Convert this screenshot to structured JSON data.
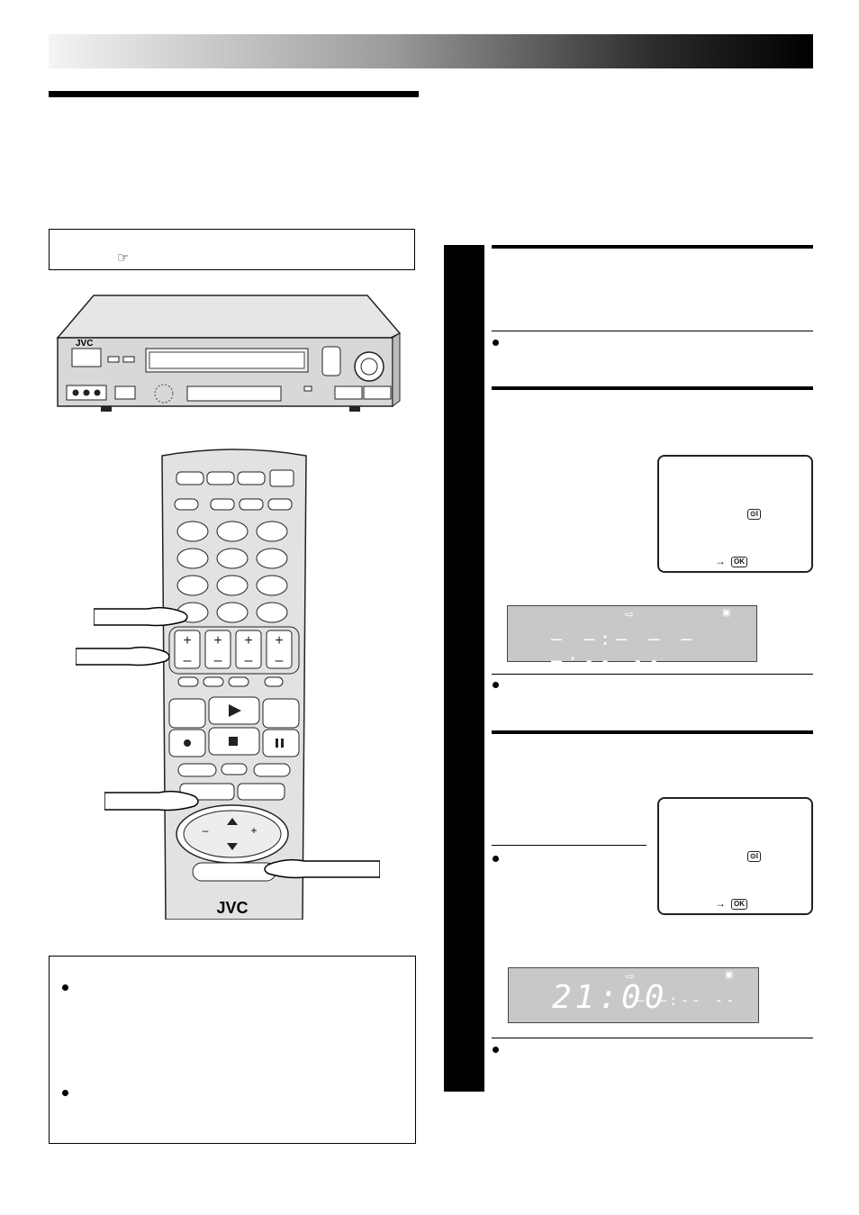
{
  "header": {
    "gradient_start": "#f4f4f4",
    "gradient_end": "#000000"
  },
  "note_box": {
    "icon": "pointing-hand-icon",
    "ref_symbol": "☞"
  },
  "vcr": {
    "brand": "JVC"
  },
  "remote": {
    "brand": "JVC",
    "plus_symbol": "+",
    "minus_symbol": "–"
  },
  "lcd_1": {
    "time_display": "– –:– –  – –:-- --",
    "icons": [
      "arrow-right-icon",
      "tape-icon"
    ]
  },
  "lcd_2": {
    "time_display": "21:00",
    "trail_display": "– –:-- --",
    "icons": [
      "arrow-right-icon",
      "tape-icon"
    ]
  },
  "osd_screen_1": {
    "badge_mid": "⊙I",
    "arrow": "→",
    "badge_ok": "OK"
  },
  "osd_screen_2": {
    "badge_mid": "⊙I",
    "arrow": "→",
    "badge_ok": "OK"
  }
}
